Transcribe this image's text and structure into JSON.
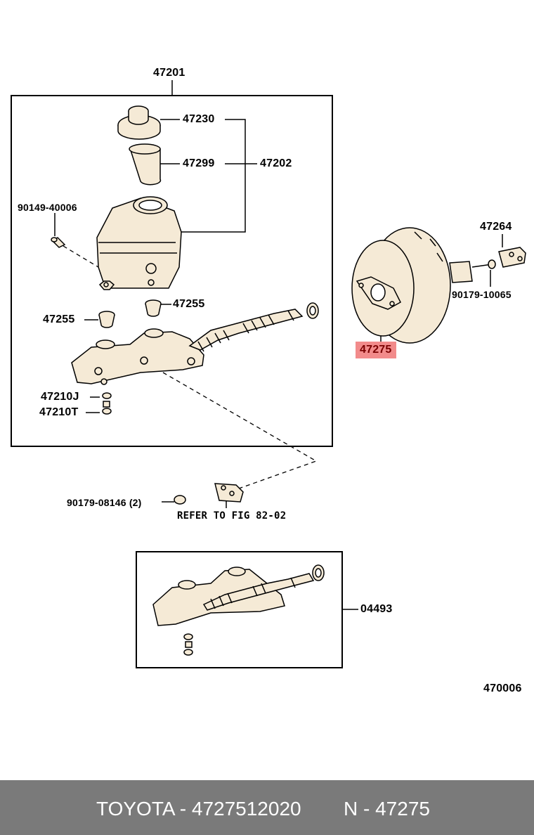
{
  "labels": {
    "assembly_top": "47201",
    "cap": "47230",
    "strainer": "47299",
    "reservoir": "47202",
    "screw": "90149-40006",
    "grommet_left": "47255",
    "grommet_right": "47255",
    "plug_j": "47210J",
    "plug_t": "47210T",
    "nut_qty": "90179-08146 (2)",
    "refer": "REFER TO FIG 82-02",
    "clevis": "47264",
    "nut_booster": "90179-10065",
    "gasket": "47275",
    "kit": "04493",
    "illustration": "470006"
  },
  "footer": {
    "part_text": "TOYOTA - 4727512020",
    "ref_text": "N - 47275"
  },
  "colors": {
    "highlight": "#f28b8b",
    "footer_bg": "#7a7a7a",
    "part_fill": "#f5ead6"
  }
}
